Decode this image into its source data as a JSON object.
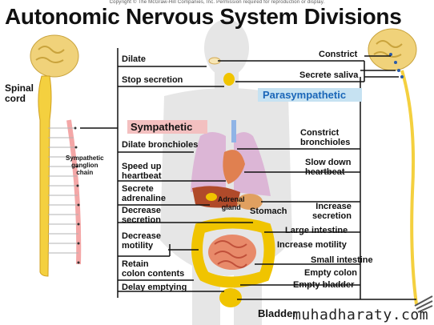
{
  "header": {
    "copyright": "Copyright © The McGraw-Hill Companies, Inc. Permission required for reproduction or display.",
    "title": "Autonomic Nervous System Divisions"
  },
  "divisions": {
    "sympathetic": "Sympathetic",
    "parasympathetic": "Parasympathetic"
  },
  "left_labels": {
    "spinal_cord": "Spinal\ncord",
    "chain": "Sympathetic\nganglion\nchain"
  },
  "sympathetic_effects": [
    "Dilate",
    "Stop secretion",
    "Dilate bronchioles",
    "Speed up\nheartbeat",
    "Secrete\nadrenaline",
    "Decrease\nsecretion",
    "Decrease\nmotility",
    "Retain\ncolon contents",
    "Delay emptying"
  ],
  "parasympathetic_effects": [
    "Constrict",
    "Secrete saliva",
    "Constrict\nbronchioles",
    "Slow down\nheartbeat",
    "Increase\nsecretion",
    "Increase motility",
    "Empty colon",
    "Empty bladder"
  ],
  "organs": {
    "adrenal": "Adrenal\ngland",
    "stomach": "Stomach",
    "large_intestine": "Large intestine",
    "small_intestine": "Small intestine",
    "bladder": "Bladder"
  },
  "watermark": "muhadharaty.com",
  "colors": {
    "nerve": "#f4d03f",
    "brain": "#f0d27a",
    "lines": "#111111",
    "sympathetic_bg": "#f3c0c0",
    "parasympathetic_bg": "#c6e2f2"
  }
}
